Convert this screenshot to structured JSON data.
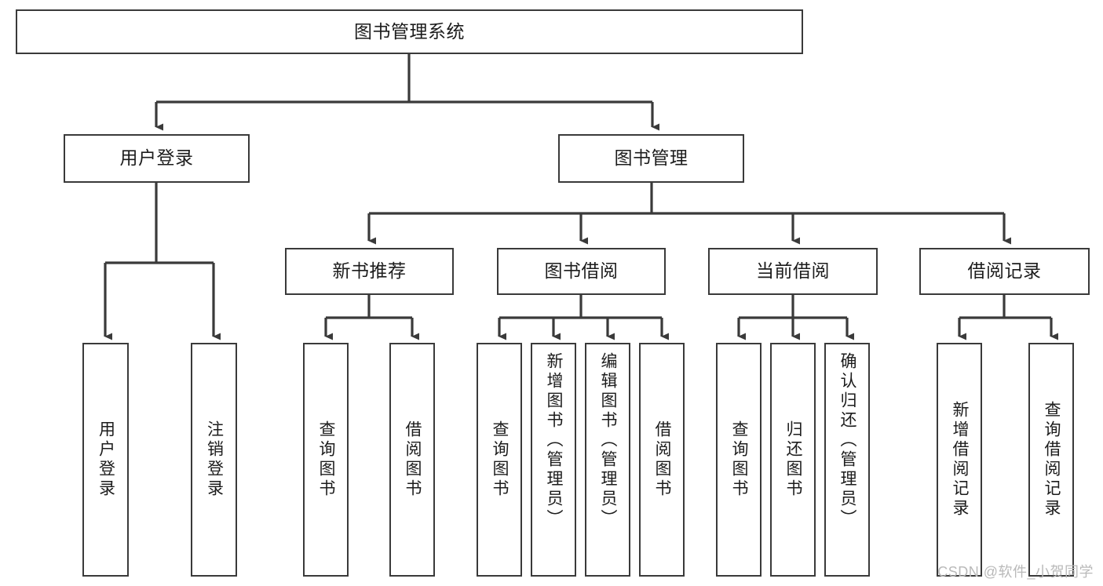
{
  "diagram": {
    "title": "图书管理系统",
    "root": {
      "label": "图书管理系统"
    },
    "level1": [
      {
        "label": "用户登录"
      },
      {
        "label": "图书管理"
      }
    ],
    "level2": [
      {
        "label": "新书推荐"
      },
      {
        "label": "图书借阅"
      },
      {
        "label": "当前借阅"
      },
      {
        "label": "借阅记录"
      }
    ],
    "leaves": {
      "user_login": [
        {
          "label": "用户登录"
        },
        {
          "label": "注销登录"
        }
      ],
      "new_book_recommend": [
        {
          "label": "查询图书"
        },
        {
          "label": "借阅图书"
        }
      ],
      "book_borrow": [
        {
          "label": "查询图书"
        },
        {
          "label": "新增图书（管理员）"
        },
        {
          "label": "编辑图书（管理员）"
        },
        {
          "label": "借阅图书"
        }
      ],
      "current_borrow": [
        {
          "label": "查询图书"
        },
        {
          "label": "归还图书"
        },
        {
          "label": "确认归还（管理员）"
        }
      ],
      "borrow_record": [
        {
          "label": "新增借阅记录"
        },
        {
          "label": "查询借阅记录"
        }
      ]
    }
  },
  "watermark": {
    "text": "CSDN @软件_小贺同学"
  },
  "colors": {
    "box_border": "#3a3a3a",
    "box_fill": "#ffffff",
    "text": "#1c1c1c",
    "connector": "#3a3a3a",
    "watermark": "#b9b9b9"
  }
}
